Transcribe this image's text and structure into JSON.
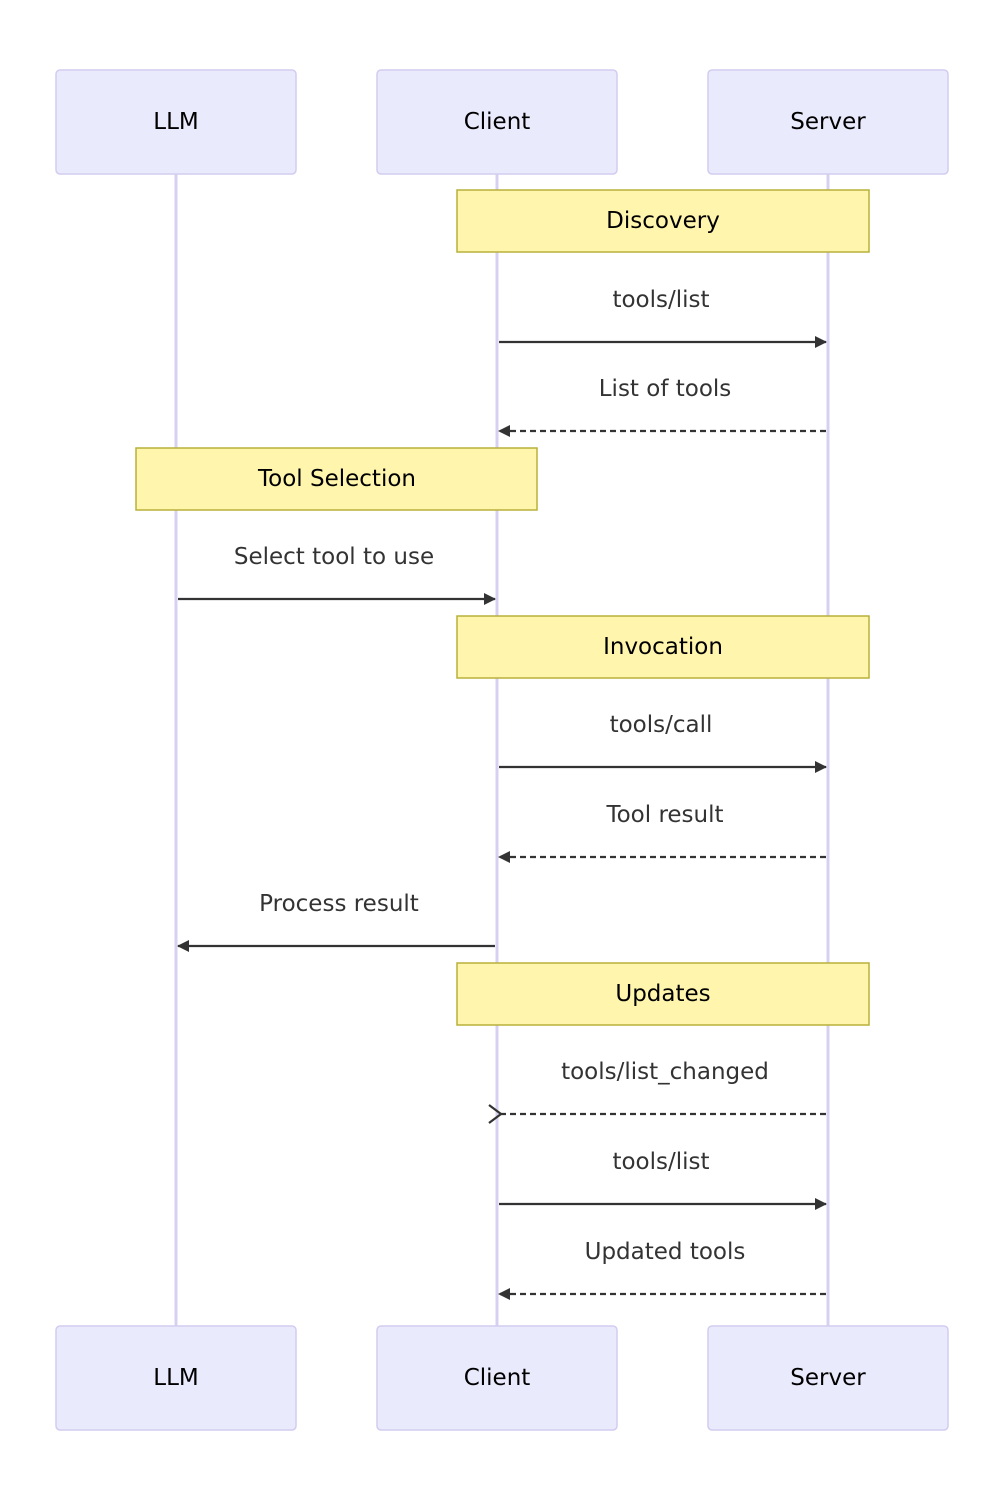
{
  "diagram": {
    "type": "sequence",
    "participants": [
      {
        "id": "llm",
        "label": "LLM"
      },
      {
        "id": "client",
        "label": "Client"
      },
      {
        "id": "server",
        "label": "Server"
      }
    ],
    "notes": [
      {
        "label": "Discovery",
        "over": [
          "client",
          "server"
        ]
      },
      {
        "label": "Tool Selection",
        "over": [
          "llm",
          "client"
        ]
      },
      {
        "label": "Invocation",
        "over": [
          "client",
          "server"
        ]
      },
      {
        "label": "Updates",
        "over": [
          "client",
          "server"
        ]
      }
    ],
    "messages": [
      {
        "label": "tools/list",
        "from": "client",
        "to": "server",
        "style": "solid",
        "head": "filled"
      },
      {
        "label": "List of tools",
        "from": "server",
        "to": "client",
        "style": "dashed",
        "head": "filled"
      },
      {
        "label": "Select tool to use",
        "from": "llm",
        "to": "client",
        "style": "solid",
        "head": "filled"
      },
      {
        "label": "tools/call",
        "from": "client",
        "to": "server",
        "style": "solid",
        "head": "filled"
      },
      {
        "label": "Tool result",
        "from": "server",
        "to": "client",
        "style": "dashed",
        "head": "filled"
      },
      {
        "label": "Process result",
        "from": "client",
        "to": "llm",
        "style": "solid",
        "head": "filled"
      },
      {
        "label": "tools/list_changed",
        "from": "server",
        "to": "client",
        "style": "dashed",
        "head": "open"
      },
      {
        "label": "tools/list",
        "from": "client",
        "to": "server",
        "style": "solid",
        "head": "filled"
      },
      {
        "label": "Updated tools",
        "from": "server",
        "to": "client",
        "style": "dashed",
        "head": "filled"
      }
    ]
  },
  "colors": {
    "actor_fill": "#eaeafd",
    "actor_border": "#d2ccef",
    "lifeline": "#d7d0f0",
    "note_fill": "#fff5ad",
    "note_border": "#b8b03a",
    "message": "#333333"
  }
}
